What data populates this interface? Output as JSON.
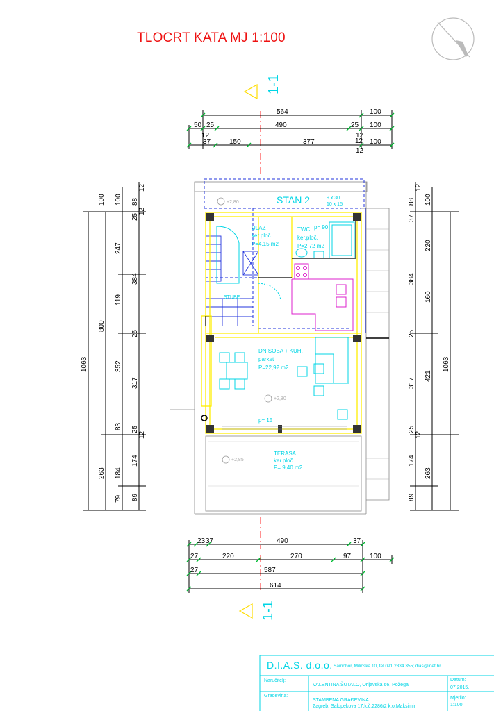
{
  "title": "TLOCRT KATA  MJ 1:100",
  "section": {
    "label": "1-1"
  },
  "dims_top": {
    "row1": {
      "a": "564",
      "b": "100"
    },
    "row2": {
      "a": "50",
      "b": "25",
      "c": "490",
      "d": "25",
      "e": "100",
      "f": "12"
    },
    "row3": {
      "a": "37",
      "b": "150",
      "c": "377",
      "d": "12",
      "e": "100",
      "f": "12"
    }
  },
  "dims_left": {
    "outer": "1063",
    "col2": {
      "a": "100",
      "b": "800",
      "c": "263"
    },
    "col3": {
      "a": "100",
      "b": "247",
      "c": "119",
      "d": "352",
      "e": "83",
      "f": "184",
      "g": "79"
    },
    "col4": {
      "a": "88",
      "b": "12",
      "c": "25",
      "d": "12",
      "e": "384",
      "f": "25",
      "g": "317",
      "h": "25",
      "i": "12",
      "j": "174",
      "k": "89"
    }
  },
  "dims_right": {
    "outer": "1063",
    "col1": {
      "a": "88",
      "b": "12",
      "c": "37",
      "d": "384",
      "e": "25",
      "f": "317",
      "g": "25",
      "h": "12",
      "i": "174",
      "j": "89"
    },
    "col2": {
      "a": "100",
      "b": "220",
      "c": "160",
      "d": "421",
      "e": "263"
    }
  },
  "dims_bottom": {
    "row1": {
      "a": "23",
      "b": "37",
      "c": "490",
      "d": "37"
    },
    "row2": {
      "a": "27",
      "b": "220",
      "c": "270",
      "d": "97",
      "e": "100"
    },
    "row3": {
      "a": "27",
      "b": "587"
    },
    "row4": {
      "a": "614"
    }
  },
  "rooms": {
    "stan": "STAN 2",
    "stair_note1": "9 x 30",
    "stair_note2": "10 x 15",
    "ulaz": {
      "name": "ULAZ",
      "floor": "ker.ploč.",
      "area": "P=4,15 m2"
    },
    "twc": {
      "name": "TWC",
      "note": "p= 90",
      "floor": "ker.ploč.",
      "area": "P=2,72 m2"
    },
    "stube": "STUBE",
    "dn": {
      "name": "DN.SOBA + KUH.",
      "floor": "parket",
      "area": "P=22,92 m2"
    },
    "p15": "p= 15",
    "terasa": {
      "name": "TERASA",
      "floor": "ker.ploč.",
      "area": "P= 9,40 m2"
    },
    "lvl_top": "+2,80",
    "lvl_mid": "+2,80",
    "lvl_terr": "+2,85"
  },
  "titleblock": {
    "firm": "D.I.A.S. d.o.o.",
    "address": "Samobor, Milinska 10, tel 091 2334 355;  dias@inet.hr",
    "investor_label": "Naručitelj:",
    "investor": "VALENTINA ŠUTALO, Orljavska 66, Požega",
    "date_label": "Datum:",
    "date": "07.2015.",
    "building_label": "Građevina:",
    "building1": "STAMBENA GRAĐEVINA",
    "building2": "Zagreb, Salopekova 17,k.č.2286/2 k.o.Maksimir",
    "scale_label": "Mjerilo:",
    "scale": "1:100"
  },
  "colors": {
    "title": "#ee1111",
    "dim": "#000000",
    "tick": "#00bb33",
    "wall": "#ffee00",
    "cyan": "#00d5e5",
    "blue": "#2233dd",
    "magenta": "#dd22cc",
    "axis": "#ff2222"
  }
}
